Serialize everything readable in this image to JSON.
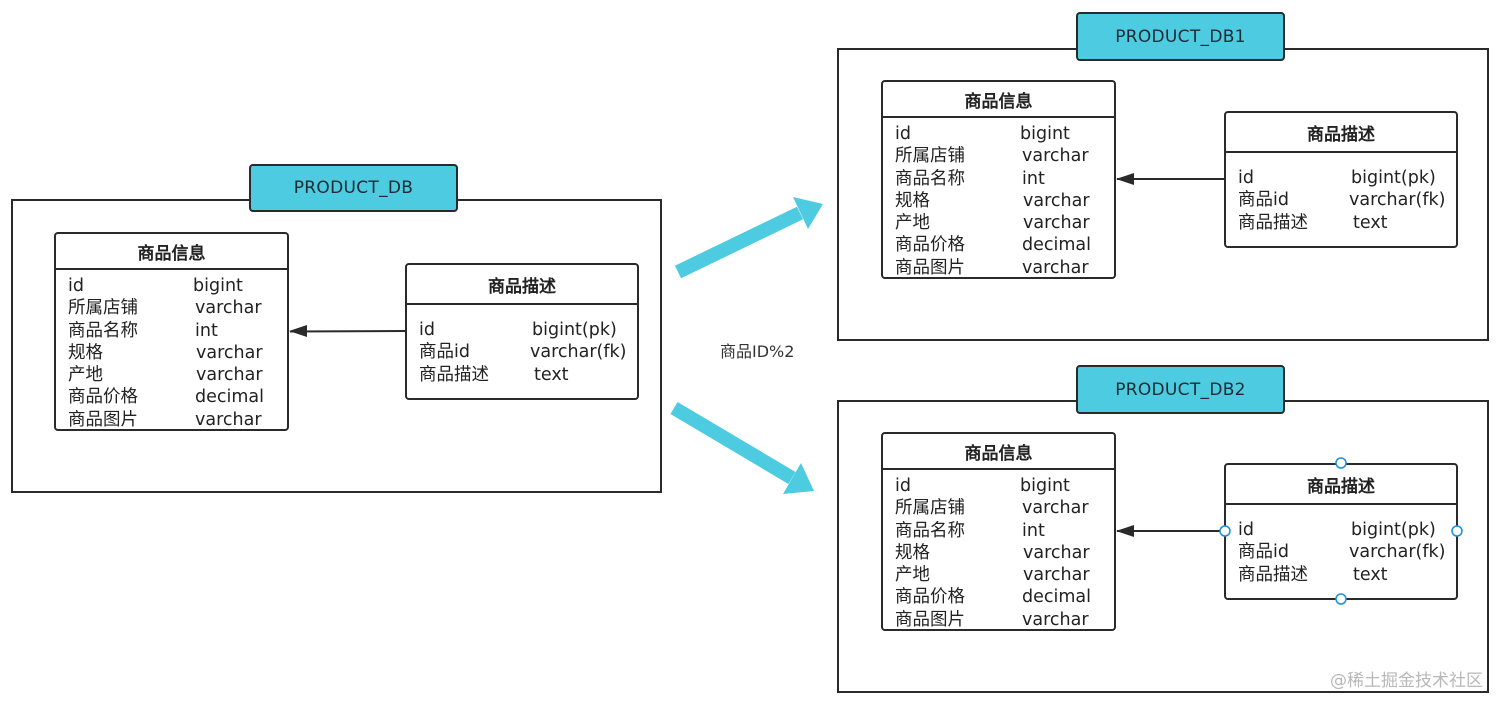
{
  "databases": {
    "src": {
      "label": "PRODUCT_DB"
    },
    "db1": {
      "label": "PRODUCT_DB1"
    },
    "db2": {
      "label": "PRODUCT_DB2"
    }
  },
  "tables": {
    "product_info": {
      "title": "商品信息",
      "rows": [
        {
          "name": "id",
          "type": "bigint"
        },
        {
          "name": "所属店铺",
          "type": "varchar"
        },
        {
          "name": "商品名称",
          "type": "int"
        },
        {
          "name": "规格",
          "type": "varchar"
        },
        {
          "name": "产地",
          "type": "varchar"
        },
        {
          "name": "商品价格",
          "type": "decimal"
        },
        {
          "name": "商品图片",
          "type": "varchar"
        }
      ]
    },
    "product_desc": {
      "title": "商品描述",
      "rows": [
        {
          "name": "id",
          "type": "bigint(pk)"
        },
        {
          "name": "商品id",
          "type": "varchar(fk)"
        },
        {
          "name": "商品描述",
          "type": "text"
        }
      ]
    }
  },
  "shard_rule": "商品ID%2",
  "watermark": "@稀土掘金技术社区",
  "colors": {
    "accent": "#4dcbe1",
    "line": "#2a2a2a",
    "handle": "#1a8fd6"
  }
}
